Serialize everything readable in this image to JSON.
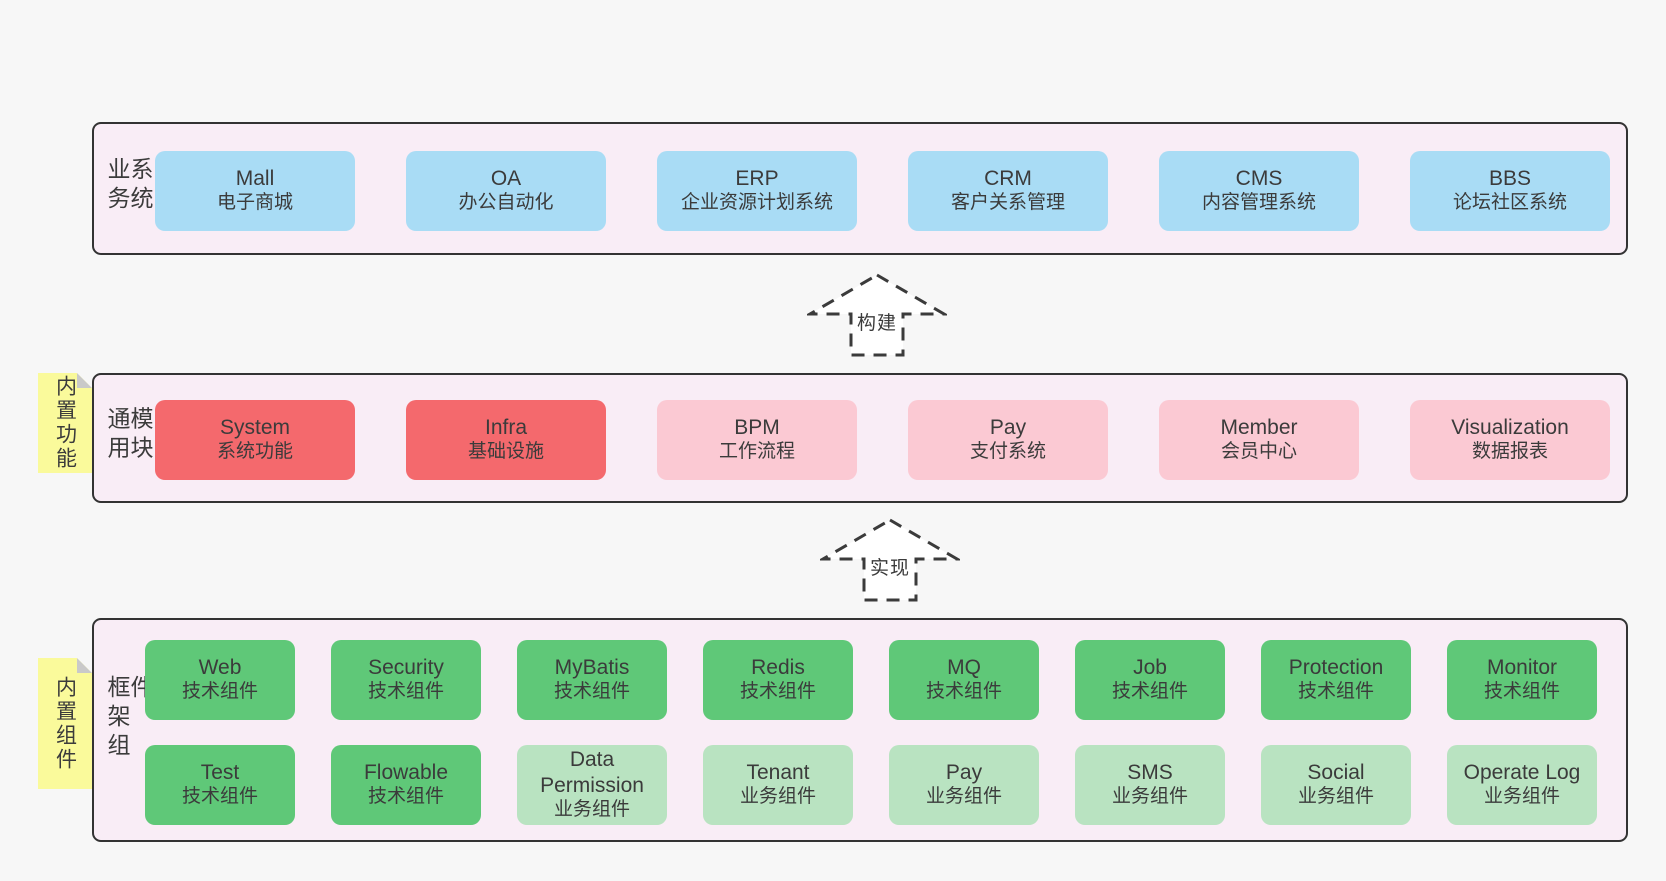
{
  "colors": {
    "page_background": "#f7f7f7",
    "panel_background": "#f9edf6",
    "panel_border": "#333333",
    "business_box": "#a9dcf5",
    "core_module_box": "#f4696d",
    "module_box": "#fbc9d3",
    "tech_component_box": "#5fc878",
    "biz_component_box": "#b9e3c1",
    "note_yellow": "#fafa9b",
    "note_fold_gray": "#c9c9c9",
    "text": "#3b3b3b"
  },
  "business": {
    "side_label": "业务系统",
    "boxes": [
      {
        "title": "Mall",
        "subtitle": "电子商城",
        "variant": "blue"
      },
      {
        "title": "OA",
        "subtitle": "办公自动化",
        "variant": "blue"
      },
      {
        "title": "ERP",
        "subtitle": "企业资源计划系统",
        "variant": "blue"
      },
      {
        "title": "CRM",
        "subtitle": "客户关系管理",
        "variant": "blue"
      },
      {
        "title": "CMS",
        "subtitle": "内容管理系统",
        "variant": "blue"
      },
      {
        "title": "BBS",
        "subtitle": "论坛社区系统",
        "variant": "blue"
      }
    ]
  },
  "arrows": {
    "build": "构建",
    "implement": "实现"
  },
  "modules": {
    "note": "内置功能",
    "side_label": "通用模块",
    "boxes": [
      {
        "title": "System",
        "subtitle": "系统功能",
        "variant": "red"
      },
      {
        "title": "Infra",
        "subtitle": "基础设施",
        "variant": "red"
      },
      {
        "title": "BPM",
        "subtitle": "工作流程",
        "variant": "pink"
      },
      {
        "title": "Pay",
        "subtitle": "支付系统",
        "variant": "pink"
      },
      {
        "title": "Member",
        "subtitle": "会员中心",
        "variant": "pink"
      },
      {
        "title": "Visualization",
        "subtitle": "数据报表",
        "variant": "pink"
      }
    ]
  },
  "components": {
    "note": "内置组件",
    "side_label": "框架组件",
    "row1": [
      {
        "title": "Web",
        "subtitle": "技术组件",
        "variant": "green"
      },
      {
        "title": "Security",
        "subtitle": "技术组件",
        "variant": "green"
      },
      {
        "title": "MyBatis",
        "subtitle": "技术组件",
        "variant": "green"
      },
      {
        "title": "Redis",
        "subtitle": "技术组件",
        "variant": "green"
      },
      {
        "title": "MQ",
        "subtitle": "技术组件",
        "variant": "green"
      },
      {
        "title": "Job",
        "subtitle": "技术组件",
        "variant": "green"
      },
      {
        "title": "Protection",
        "subtitle": "技术组件",
        "variant": "green"
      },
      {
        "title": "Monitor",
        "subtitle": "技术组件",
        "variant": "green"
      }
    ],
    "row2": [
      {
        "title": "Test",
        "subtitle": "技术组件",
        "variant": "green"
      },
      {
        "title": "Flowable",
        "subtitle": "技术组件",
        "variant": "green"
      },
      {
        "title": "Data Permission",
        "subtitle": "业务组件",
        "variant": "green-light"
      },
      {
        "title": "Tenant",
        "subtitle": "业务组件",
        "variant": "green-light"
      },
      {
        "title": "Pay",
        "subtitle": "业务组件",
        "variant": "green-light"
      },
      {
        "title": "SMS",
        "subtitle": "业务组件",
        "variant": "green-light"
      },
      {
        "title": "Social",
        "subtitle": "业务组件",
        "variant": "green-light"
      },
      {
        "title": "Operate Log",
        "subtitle": "业务组件",
        "variant": "green-light"
      }
    ]
  }
}
